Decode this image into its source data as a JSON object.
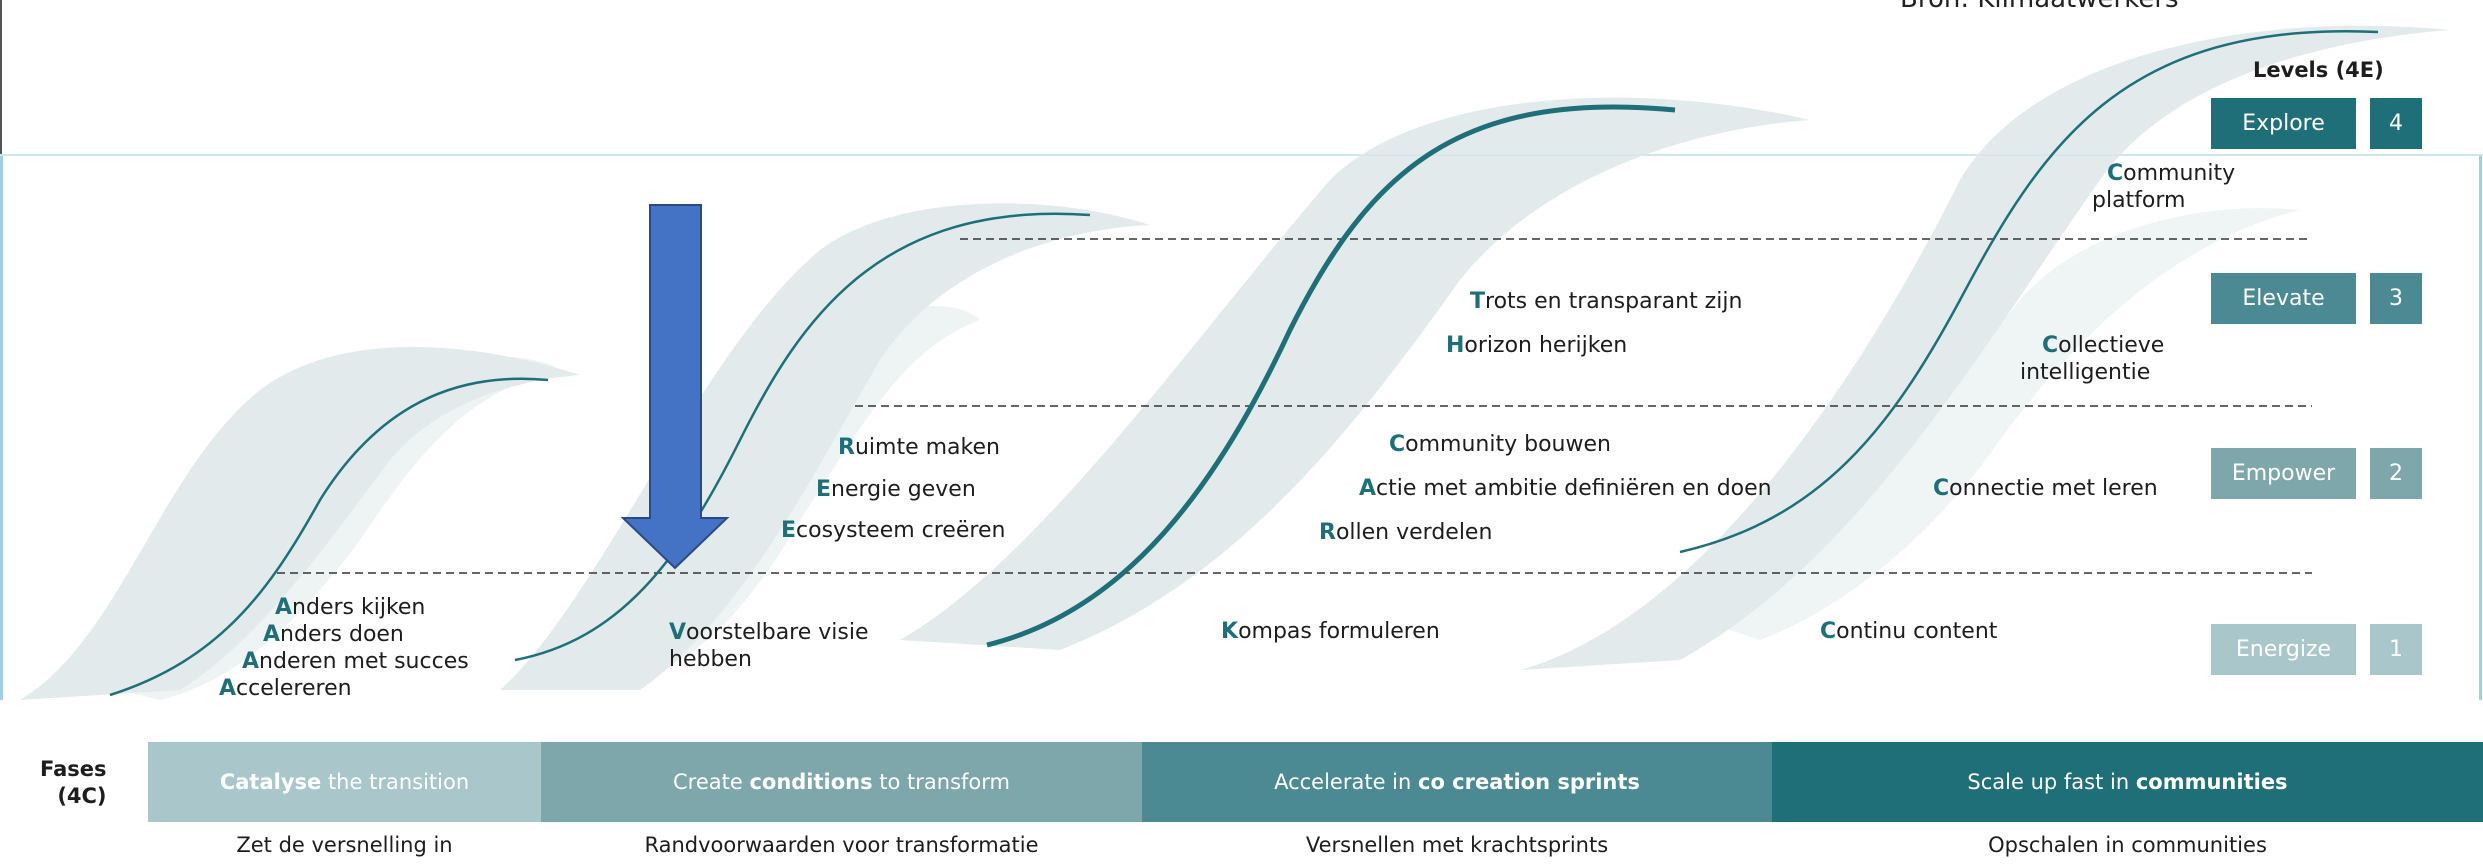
{
  "source_text": "Bron: Klimaatwerkers",
  "levels": {
    "title": "Levels (4E)",
    "items": [
      {
        "label": "Explore",
        "number": "4",
        "color": "#1f6f78"
      },
      {
        "label": "Elevate",
        "number": "3",
        "color": "#4c8a93"
      },
      {
        "label": "Empower",
        "number": "2",
        "color": "#7ea7ac"
      },
      {
        "label": "Energize",
        "number": "1",
        "color": "#a9c7ca"
      }
    ]
  },
  "statements": {
    "s1": [
      {
        "initial": "A",
        "rest": "nders kijken"
      },
      {
        "initial": "A",
        "rest": "nders doen"
      },
      {
        "initial": "A",
        "rest": "nderen met succes"
      },
      {
        "initial": "A",
        "rest": "ccelereren"
      }
    ],
    "s2a": {
      "initial": "V",
      "rest": "oorstelbare visie",
      "line2": "hebben"
    },
    "s2b": [
      {
        "initial": "R",
        "rest": "uimte maken"
      },
      {
        "initial": "E",
        "rest": "nergie geven"
      },
      {
        "initial": "E",
        "rest": "cosysteem creëren"
      }
    ],
    "s3a": {
      "initial": "K",
      "rest": "ompas formuleren"
    },
    "s3b": [
      {
        "initial": "C",
        "rest": "ommunity bouwen"
      },
      {
        "initial": "A",
        "rest": "ctie met ambitie definiëren en doen"
      },
      {
        "initial": "R",
        "rest": "ollen verdelen"
      }
    ],
    "s3c": [
      {
        "initial": "T",
        "rest": "rots en transparant zijn"
      },
      {
        "initial": "H",
        "rest": "orizon herijken"
      }
    ],
    "s4a": {
      "initial": "C",
      "rest": "ontinu content"
    },
    "s4b": {
      "initial": "C",
      "rest": "onnectie met leren"
    },
    "s4c": {
      "initial": "C",
      "rest": "ollectieve",
      "line2": "intelligentie"
    },
    "s4d": {
      "initial": "C",
      "rest": "ommunity",
      "line2": "platform"
    }
  },
  "fases": {
    "line1": "Fases",
    "line2": "(4C)"
  },
  "phases": [
    {
      "pre": "",
      "bold": "Catalyse",
      "post": " the transition",
      "subtitle": "Zet de versnelling in",
      "color": "#a9c7ca"
    },
    {
      "pre": "Create ",
      "bold": "conditions",
      "post": " to transform",
      "subtitle": "Randvoorwaarden voor transformatie",
      "color": "#7ea7ac"
    },
    {
      "pre": "Accelerate in ",
      "bold": "co creation sprints",
      "post": "",
      "subtitle": "Versnellen met krachtsprints",
      "color": "#4c8a93"
    },
    {
      "pre": "Scale up fast in ",
      "bold": "communities",
      "post": "",
      "subtitle": "Opschalen in communities",
      "color": "#1f6f78"
    }
  ],
  "colors": {
    "arrow": "#4472c4",
    "curve": "#1f6f78",
    "wave": "#dfe8ea"
  }
}
